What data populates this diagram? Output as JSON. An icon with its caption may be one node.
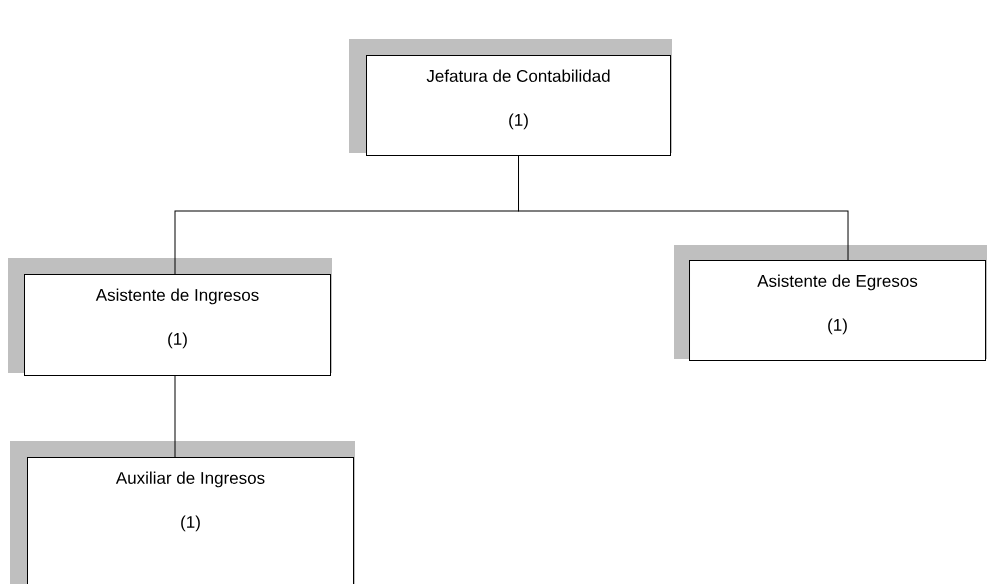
{
  "diagram": {
    "nodes": [
      {
        "text": [
          "Jefatura de Contabilidad",
          "(1)"
        ]
      },
      {
        "text": [
          "Asistente de Ingresos",
          "(1)"
        ]
      },
      {
        "text": [
          "Asistente de Egresos",
          "(1)"
        ]
      },
      {
        "text": [
          "Auxiliar de Ingresos",
          "(1)"
        ]
      }
    ],
    "edges": [
      {
        "from": 0,
        "to": 1,
        "arrow": "none"
      },
      {
        "from": 0,
        "to": 2,
        "arrow": "none"
      },
      {
        "from": 1,
        "to": 3,
        "arrow": "none"
      }
    ]
  }
}
